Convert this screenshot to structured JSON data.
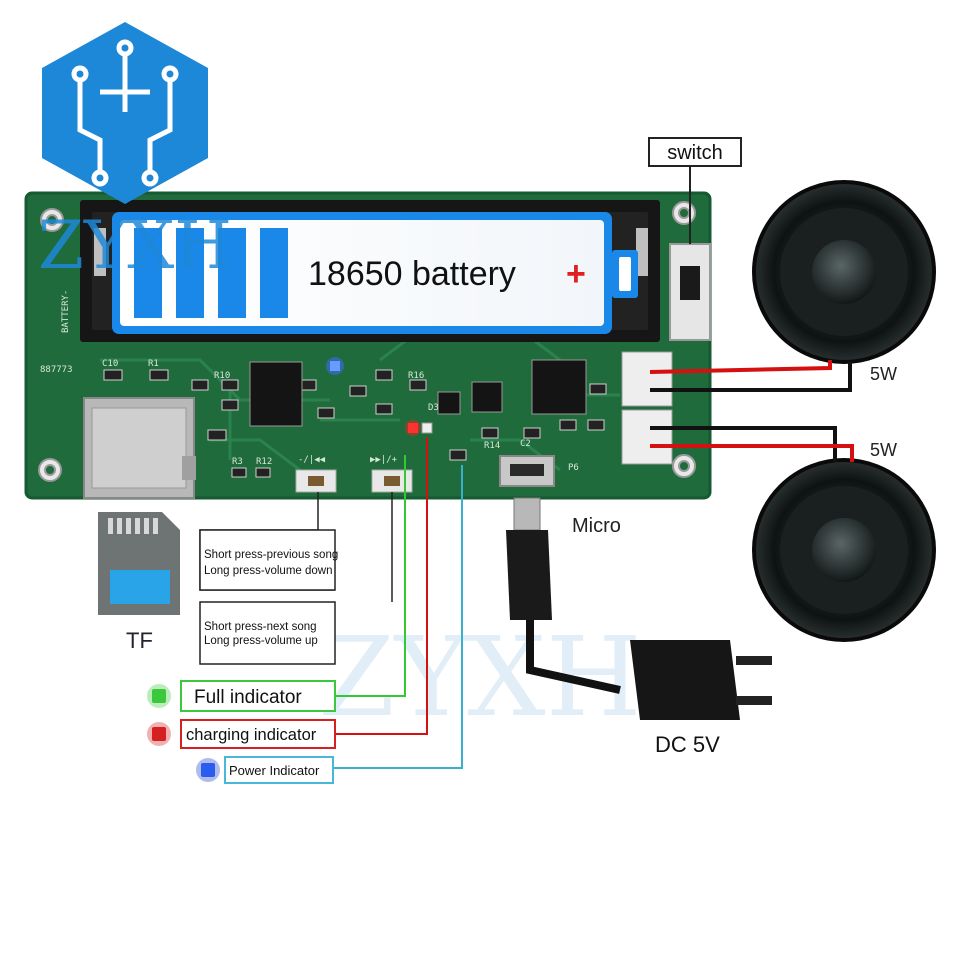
{
  "logo": {
    "text": "ZYXH",
    "color": "#1e7fd0"
  },
  "watermark": {
    "text": "ZYXH"
  },
  "battery": {
    "label": "18650 battery",
    "plus": "+",
    "side_label": "BATTERY-"
  },
  "board": {
    "id_label": "887773",
    "silk": {
      "c10": "C10",
      "r1": "R1",
      "r10": "R10",
      "r3": "R3",
      "r12": "R12",
      "prev_button": "-/|◀◀",
      "next_button": "▶▶|/+",
      "r16": "R16",
      "d3": "D3",
      "r14": "R14",
      "c2": "C2",
      "p6": "P6"
    }
  },
  "labels": {
    "switch": "switch",
    "speaker_top_power": "5W",
    "speaker_bottom_power": "5W",
    "micro": "Micro",
    "dc": "DC 5V",
    "tf": "TF"
  },
  "callouts": {
    "prev": {
      "line1": "Short press-previous song",
      "line2": "Long press-volume down"
    },
    "next": {
      "line1": "Short press-next song",
      "line2": "Long press-volume up"
    }
  },
  "indicators": [
    {
      "label": "Full indicator",
      "color": "#3cc83c"
    },
    {
      "label": "charging indicator",
      "color": "#d42020"
    },
    {
      "label": "Power Indicator",
      "color": "#48b8d8"
    }
  ],
  "colors": {
    "pcb": "#1f6b3c",
    "battery_fill": "#1a88e8",
    "wire_red": "#d41010",
    "wire_green": "#35c835",
    "wire_cyan": "#3ab0d0"
  }
}
